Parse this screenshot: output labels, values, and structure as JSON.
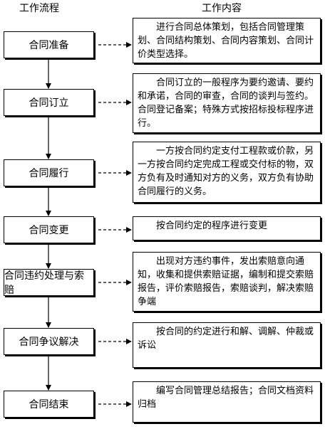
{
  "headers": {
    "left": "工作流程",
    "right": "工作内容"
  },
  "steps": [
    {
      "label": "合同准备",
      "content": "进行合同总体策划，包括合同管理策划、合同结构策划、合同内容策划、合同计价类型选择。"
    },
    {
      "label": "合同订立",
      "content": "合同订立的一般程序为要约邀请、要约和承诺，合同的审查，合同的谈判与签约。合同登记备案；特殊方式按招标投标程序进行。"
    },
    {
      "label": "合同履行",
      "content": "一方按合同约定支付工程款或价款，另一方按合同约定完成工程或交付标的物，双方负有及时通知对方的义务，双方负有协助合同履行的义务。"
    },
    {
      "label": "合同变更",
      "content": "按合同约定的程序进行变更"
    },
    {
      "label": "合同违约处理与索赔",
      "content": "出现对方违约事件，发出索赔意向通知，收集和提供索赔证据，编制和提交索赔报告，评价索赔报告，索赔谈判，解决索赔争端"
    },
    {
      "label": "合同争议解决",
      "content": "按合同的约定进行和解、调解、仲裁或诉讼"
    },
    {
      "label": "合同结束",
      "content": "编写合同管理总结报告；合同文档资料归档"
    }
  ]
}
